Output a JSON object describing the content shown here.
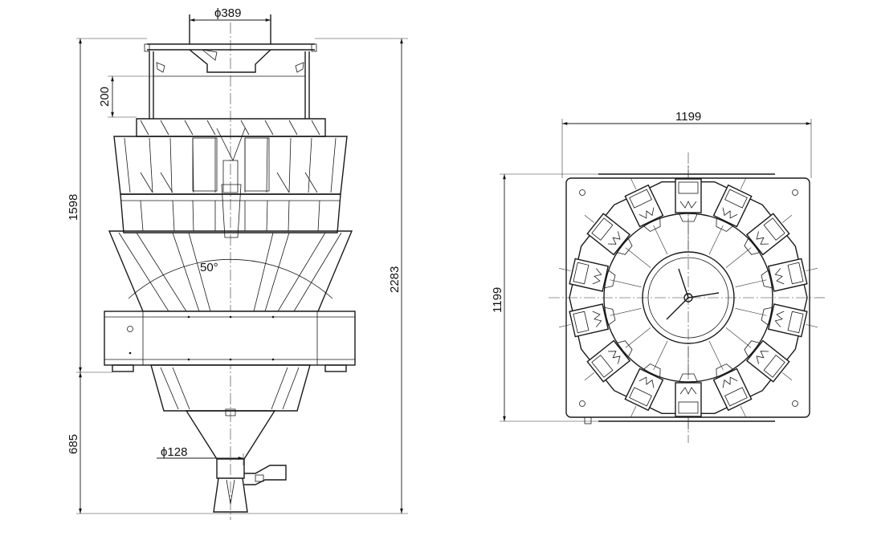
{
  "dimensions": {
    "hopper_diameter": "ϕ389",
    "top_height": "200",
    "upper_height": "1598",
    "total_height": "2283",
    "lower_height": "685",
    "outlet_diameter": "ϕ128",
    "angle": "50°",
    "plan_width": "1199",
    "plan_depth": "1199"
  }
}
